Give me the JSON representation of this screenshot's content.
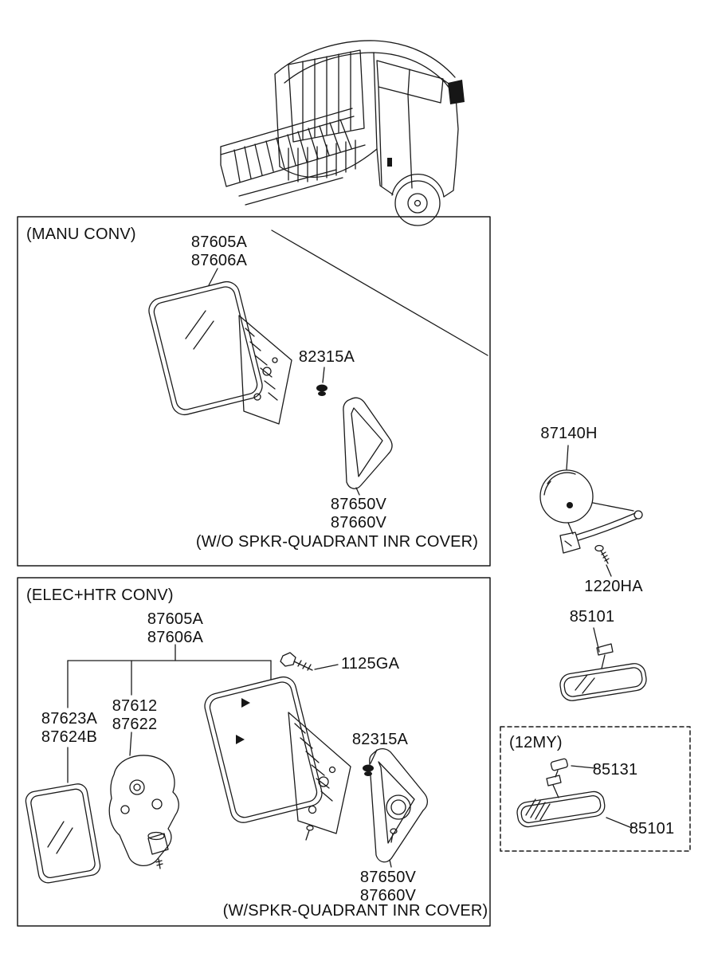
{
  "boxes": {
    "manu": {
      "title": "(MANU CONV)",
      "caption": "(W/O SPKR-QUADRANT INR COVER)"
    },
    "elec": {
      "title": "(ELEC+HTR CONV)",
      "caption": "(W/SPKR-QUADRANT INR COVER)"
    },
    "my12": {
      "title": "(12MY)"
    }
  },
  "parts": {
    "manu_mirror_assy": "87605A\n87606A",
    "manu_grommet": "82315A",
    "manu_quadrant_cover": "87650V\n87660V",
    "round_mirror": "87140H",
    "round_mirror_screw": "1220HA",
    "inside_mirror": "85101",
    "elec_mirror_assy": "87605A\n87606A",
    "elec_bolt": "1125GA",
    "elec_glass": "87623A\n87624B",
    "elec_actuator": "87612\n87622",
    "elec_grommet": "82315A",
    "elec_quadrant_cover": "87650V\n87660V",
    "my12_clip": "85131",
    "my12_inside_mirror": "85101"
  },
  "colors": {
    "line": "#1a1a1a",
    "dark_fill": "#161616",
    "background": "#ffffff"
  }
}
